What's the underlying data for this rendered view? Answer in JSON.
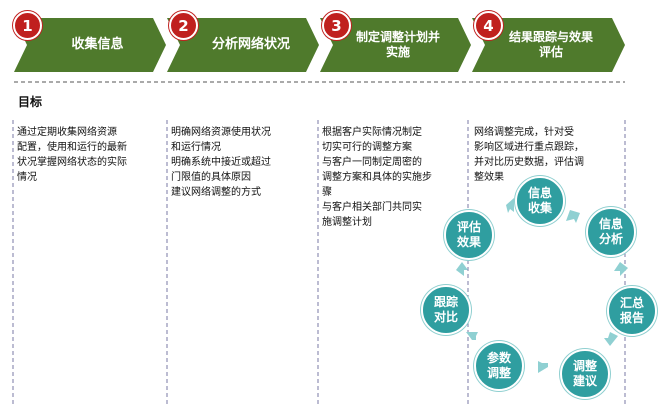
{
  "steps": [
    {
      "number": "1",
      "title": "收集信息"
    },
    {
      "number": "2",
      "title": "分析网络状况"
    },
    {
      "number": "3",
      "title": "制定调整计划并\n实施"
    },
    {
      "number": "4",
      "title": "结果跟踪与效果\n评估"
    }
  ],
  "goal_label": "目标",
  "descriptions": [
    "  通过定期收集网络资源\n配置，使用和运行的最新\n状况掌握网络状态的实际\n情况",
    "  明确网络资源使用状况\n和运行情况\n  明确系统中接近或超过\n门限值的具体原因\n  建议网络调整的方式",
    "  根据客户实际情况制定\n切实可行的调整方案\n  与客户一同制定周密的\n调整方案和具体的实施步\n骤\n  与客户相关部门共同实\n施调整计划",
    "  网络调整完成，针对受\n影响区域进行重点跟踪，\n并对比历史数据，评估调\n整效果"
  ],
  "cycle": [
    {
      "label": "信息\n收集"
    },
    {
      "label": "信息\n分析"
    },
    {
      "label": "汇总\n报告"
    },
    {
      "label": "调整\n建议"
    },
    {
      "label": "参数\n调整"
    },
    {
      "label": "跟踪\n对比"
    },
    {
      "label": "评估\n效果"
    }
  ],
  "colors": {
    "chevron": "#4f7a2c",
    "badge": "#c0201e",
    "circle": "#2f9ea0",
    "arrow": "#8fd0d2"
  }
}
